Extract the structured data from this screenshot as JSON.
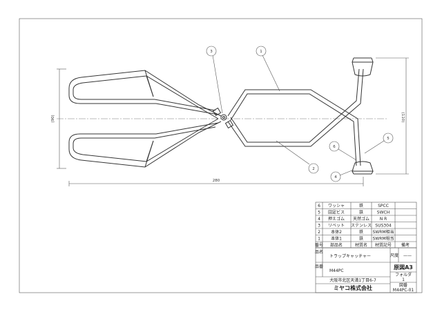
{
  "dimensions": {
    "length": "280",
    "height_left": "(90)",
    "height_right": "(110)"
  },
  "balloons": [
    "1",
    "2",
    "3",
    "4",
    "5",
    "6"
  ],
  "parts_table": {
    "header": [
      "番号",
      "部品名",
      "材質名",
      "材質記号",
      "備考"
    ],
    "rows": [
      [
        "6",
        "ワッシャ",
        "鉄",
        "SPCC",
        ""
      ],
      [
        "5",
        "固定ビス",
        "鉄",
        "SWCH",
        ""
      ],
      [
        "4",
        "押えゴム",
        "天然ゴム",
        "N R",
        ""
      ],
      [
        "3",
        "リベット",
        "ステンレス",
        "SUS304",
        ""
      ],
      [
        "2",
        "本体2",
        "鉄",
        "SWRM相当",
        ""
      ],
      [
        "1",
        "本体1",
        "鉄",
        "SWRM相当",
        ""
      ]
    ]
  },
  "title_block": {
    "name_label": "品名",
    "name_value": "トラップキャッチャー",
    "scale_label": "尺度",
    "scale_value": "——",
    "number_label": "品番",
    "number_value": "M44PC",
    "sheet": "原図A3",
    "address": "大阪市北区天満1丁目6-7",
    "company": "ミヤコ株式会社",
    "folder_label": "フォルダ",
    "folder_value": "1",
    "file_label": "図番",
    "file_value": "M44PC-01"
  }
}
